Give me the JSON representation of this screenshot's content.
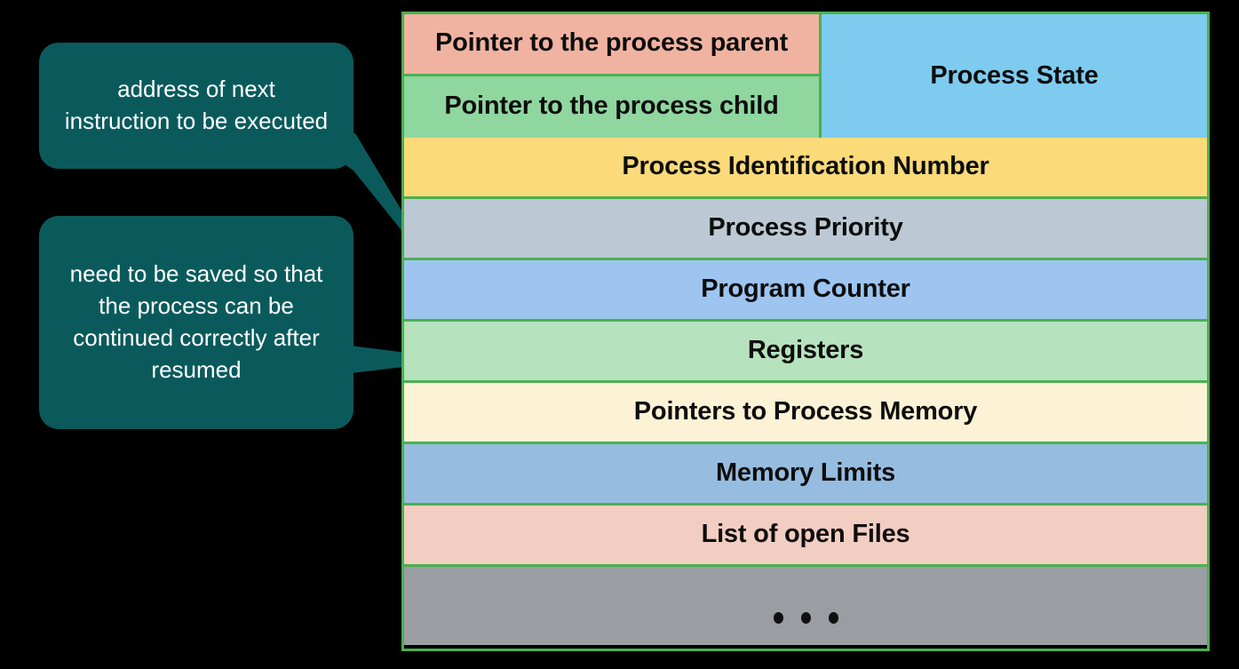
{
  "colors": {
    "background": "#000000",
    "callout_fill": "#0a5a5c",
    "callout_text": "#ffffff",
    "table_border": "#4CAF50",
    "row_parent": "#f0b3a1",
    "row_child": "#8fd69f",
    "row_state": "#7ecbf0",
    "row_pid": "#fada79",
    "row_priority": "#bcc9d4",
    "row_pc": "#9dc5f0",
    "row_registers": "#b6e2bd",
    "row_pointers_mem": "#fcf2d5",
    "row_mem_limits": "#96bce0",
    "row_open_files": "#f2cdc1",
    "row_dots": "#9a9da1",
    "label_text": "#0d0d0d"
  },
  "diagram": {
    "type": "process-control-block",
    "top_block": {
      "left_rows": [
        {
          "label": "Pointer to the process parent",
          "color": "#f0b3a1"
        },
        {
          "label": "Pointer to the process child",
          "color": "#8fd69f"
        }
      ],
      "right_cell": {
        "label": "Process State",
        "color": "#7ecbf0"
      }
    },
    "rows": [
      {
        "label": "Process Identification Number",
        "color": "#fada79"
      },
      {
        "label": "Process Priority",
        "color": "#bcc9d4"
      },
      {
        "label": "Program Counter",
        "color": "#9dc5f0"
      },
      {
        "label": "Registers",
        "color": "#b6e2bd"
      },
      {
        "label": "Pointers to Process Memory",
        "color": "#fcf2d5"
      },
      {
        "label": "Memory Limits",
        "color": "#96bce0"
      },
      {
        "label": "List of open Files",
        "color": "#f2cdc1"
      }
    ],
    "ellipsis_row": {
      "label": "• • •",
      "color": "#9a9da1",
      "dot_count": 3
    }
  },
  "callouts": [
    {
      "id": "callout-program-counter",
      "text": "address of next instruction to be executed",
      "points_to": "Program Counter"
    },
    {
      "id": "callout-registers",
      "text": "need to be saved so that the process can be continued  correctly after resumed",
      "points_to": "Registers"
    }
  ]
}
